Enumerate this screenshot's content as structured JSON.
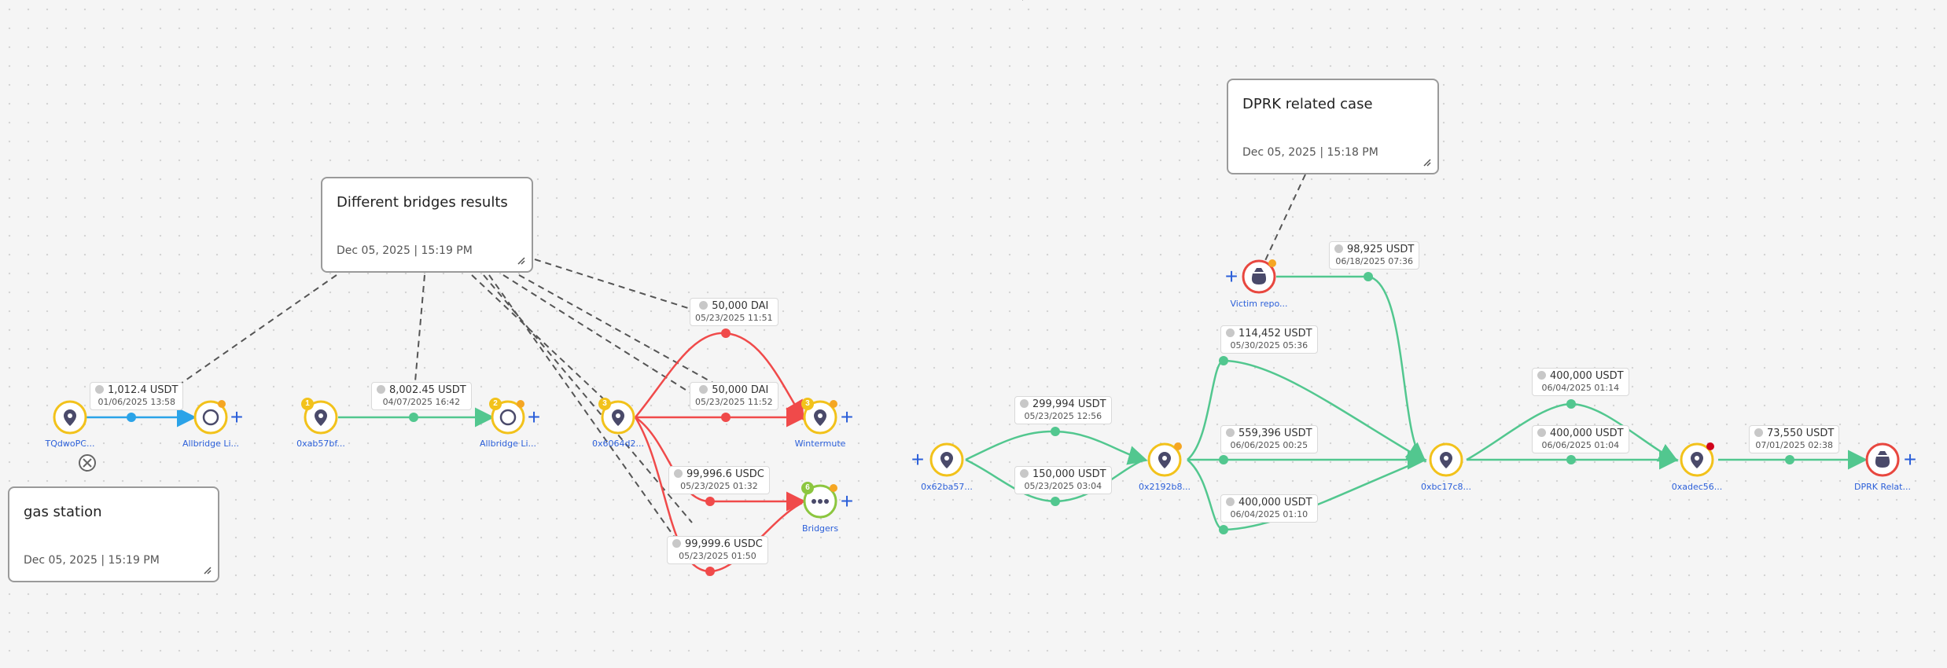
{
  "notes": {
    "bridges": {
      "title": "Different bridges results",
      "date": "Dec 05, 2025 | 15:19 PM"
    },
    "gas": {
      "title": "gas station",
      "date": "Dec 05, 2025 | 15:19 PM"
    },
    "dprk": {
      "title": "DPRK related case",
      "date": "Dec 05, 2025 | 15:18 PM"
    }
  },
  "nodes": {
    "tqdwo": "TQdwoPC...",
    "allbridge1": "Allbridge Li...",
    "oxab57": "0xab57bf...",
    "allbridge2": "Allbridge Li...",
    "ox6064": "0x6064d2...",
    "wintermute": "Wintermute",
    "bridgers": "Bridgers",
    "ox62ba": "0x62ba57...",
    "ox2192": "0x2192b8...",
    "victim": "Victim repo...",
    "oxbc17": "0xbc17c8...",
    "oxadec": "0xadec56...",
    "dprk": "DPRK Relat..."
  },
  "badges": {
    "oxab57": "1",
    "allbridge2": "2",
    "ox6064": "3",
    "wintermute": "3",
    "bridgers": "6"
  },
  "edges": {
    "e1": {
      "amount": "1,012.4 USDT",
      "date": "01/06/2025 13:58"
    },
    "e2": {
      "amount": "8,002.45 USDT",
      "date": "04/07/2025 16:42"
    },
    "e3": {
      "amount": "50,000 DAI",
      "date": "05/23/2025 11:51"
    },
    "e4": {
      "amount": "50,000 DAI",
      "date": "05/23/2025 11:52"
    },
    "e5": {
      "amount": "99,996.6 USDC",
      "date": "05/23/2025 01:32"
    },
    "e6": {
      "amount": "99,999.6 USDC",
      "date": "05/23/2025 01:50"
    },
    "e7": {
      "amount": "299,994 USDT",
      "date": "05/23/2025 12:56"
    },
    "e8": {
      "amount": "150,000 USDT",
      "date": "05/23/2025 03:04"
    },
    "e9": {
      "amount": "98,925 USDT",
      "date": "06/18/2025 07:36"
    },
    "e10": {
      "amount": "114,452 USDT",
      "date": "05/30/2025 05:36"
    },
    "e11": {
      "amount": "559,396 USDT",
      "date": "06/06/2025 00:25"
    },
    "e12": {
      "amount": "400,000 USDT",
      "date": "06/04/2025 01:10"
    },
    "e13": {
      "amount": "400,000 USDT",
      "date": "06/04/2025 01:14"
    },
    "e14": {
      "amount": "400,000 USDT",
      "date": "06/06/2025 01:04"
    },
    "e15": {
      "amount": "73,550 USDT",
      "date": "07/01/2025 02:38"
    }
  },
  "colors": {
    "blue": "#2ba3e8",
    "green": "#52c78f",
    "red": "#f04a4a",
    "yellow": "#f2c21b",
    "orange": "#f5a623",
    "darkred": "#d0021b",
    "node_red": "#e8473f",
    "lime": "#8cc63f"
  }
}
